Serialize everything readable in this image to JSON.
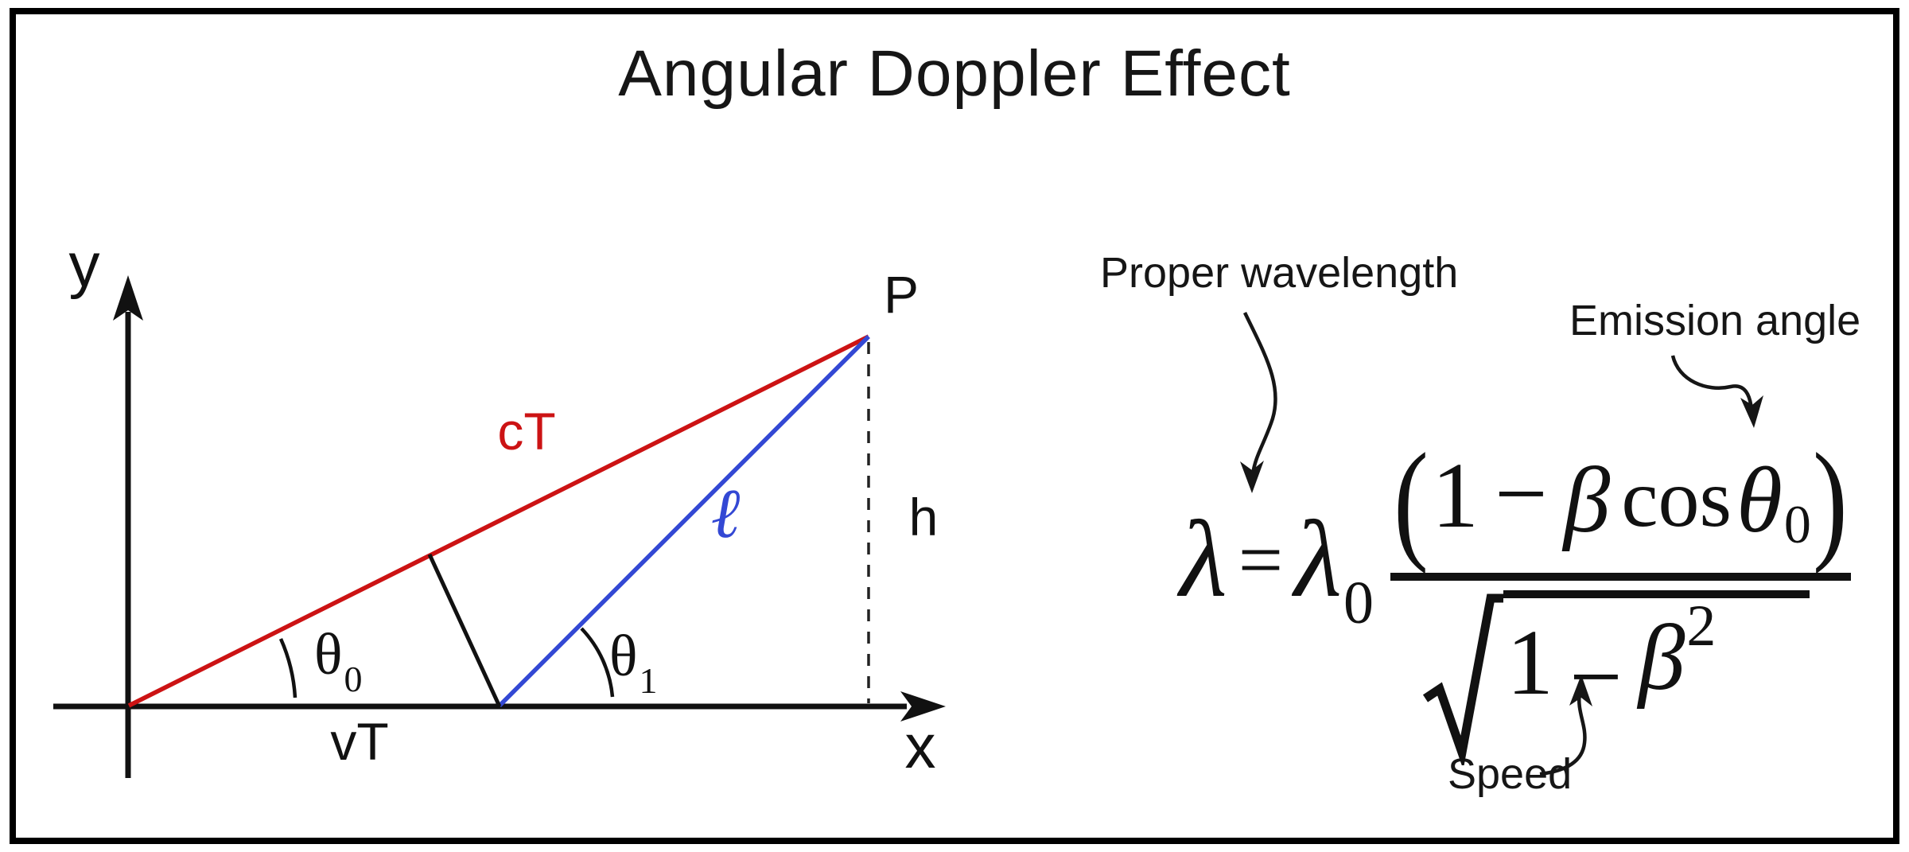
{
  "title": "Angular Doppler Effect",
  "diagram": {
    "axis_labels": {
      "y": "y",
      "x": "x"
    },
    "point_label": "P",
    "segment_labels": {
      "light_distance": "cT",
      "observer_distance": "ℓ",
      "source_distance": "vT",
      "height": "h"
    },
    "angles": {
      "emission": {
        "base": "θ",
        "sub": "0"
      },
      "observed": {
        "base": "θ",
        "sub": "1"
      }
    },
    "colors": {
      "light_ray_red": "#cc1314",
      "observer_ray_blue": "#3348d4",
      "ink": "#111111"
    }
  },
  "formula": {
    "lhs": "λ",
    "equals": "=",
    "coef_base": "λ",
    "coef_sub": "0",
    "num_open": "(",
    "num_one": "1",
    "num_minus": "−",
    "num_beta": "β",
    "num_cos": "cos",
    "num_theta": "θ",
    "num_theta_sub": "0",
    "num_close": ")",
    "den_one": "1",
    "den_minus": "−",
    "den_beta": "β",
    "den_exp": "2"
  },
  "annotations": {
    "proper_wavelength": "Proper wavelength",
    "emission_angle": "Emission angle",
    "speed": "Speed"
  }
}
